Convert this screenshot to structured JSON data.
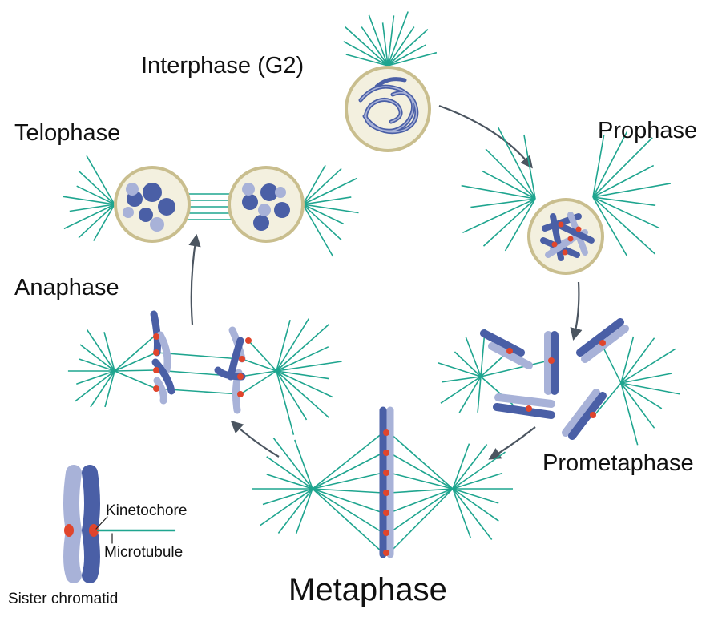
{
  "stages": {
    "interphase": "Interphase (G2)",
    "prophase": "Prophase",
    "prometaphase": "Prometaphase",
    "metaphase": "Metaphase",
    "anaphase": "Anaphase",
    "telophase": "Telophase"
  },
  "legend": {
    "kinetochore": "Kinetochore",
    "microtubule": "Microtubule",
    "sister_chromatid": "Sister chromatid"
  },
  "colors": {
    "microtubule": "#1fa58f",
    "chromatid_dark": "#4a5fa6",
    "chromatid_light": "#a8b2d8",
    "kinetochore": "#e0452c",
    "cell_fill": "#f3f0df",
    "cell_border": "#c9be8e",
    "arrow": "#4b5560"
  }
}
